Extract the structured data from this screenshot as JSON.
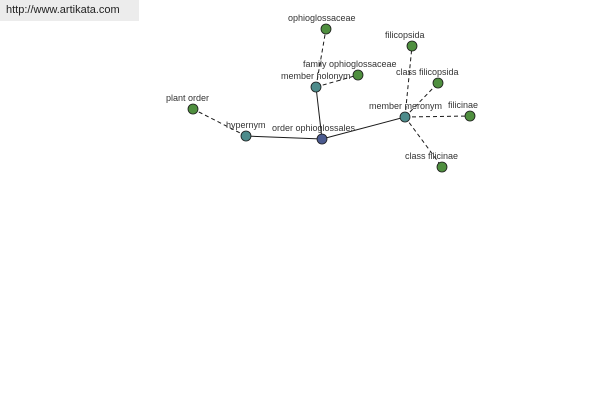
{
  "source_link": "http://www.artikata.com",
  "colors": {
    "center_node": "#4b5a8f",
    "relation_node": "#4d8b8b",
    "leaf_node": "#4f8f3f"
  },
  "nodes": [
    {
      "id": "center",
      "kind": "center",
      "label": "order ophioglossales"
    },
    {
      "id": "hypernym",
      "kind": "relation",
      "label": "hypernym"
    },
    {
      "id": "member_holonym",
      "kind": "relation",
      "label": "member holonym"
    },
    {
      "id": "member_meronym",
      "kind": "relation",
      "label": "member meronym"
    },
    {
      "id": "plant_order",
      "kind": "leaf",
      "label": "plant order"
    },
    {
      "id": "ophioglossaceae",
      "kind": "leaf",
      "label": "ophioglossaceae"
    },
    {
      "id": "family_ophioglossaceae",
      "kind": "leaf",
      "label": "family ophioglossaceae"
    },
    {
      "id": "filicopsida",
      "kind": "leaf",
      "label": "filicopsida"
    },
    {
      "id": "class_filicopsida",
      "kind": "leaf",
      "label": "class filicopsida"
    },
    {
      "id": "filicinae",
      "kind": "leaf",
      "label": "filicinae"
    },
    {
      "id": "class_filicinae",
      "kind": "leaf",
      "label": "class filicinae"
    }
  ],
  "edges": [
    {
      "from": "center",
      "to": "hypernym",
      "style": "solid"
    },
    {
      "from": "center",
      "to": "member_holonym",
      "style": "solid"
    },
    {
      "from": "center",
      "to": "member_meronym",
      "style": "solid"
    },
    {
      "from": "hypernym",
      "to": "plant_order",
      "style": "dashed"
    },
    {
      "from": "member_holonym",
      "to": "ophioglossaceae",
      "style": "dashed"
    },
    {
      "from": "member_holonym",
      "to": "family_ophioglossaceae",
      "style": "dashed"
    },
    {
      "from": "member_meronym",
      "to": "filicopsida",
      "style": "dashed"
    },
    {
      "from": "member_meronym",
      "to": "class_filicopsida",
      "style": "dashed"
    },
    {
      "from": "member_meronym",
      "to": "filicinae",
      "style": "dashed"
    },
    {
      "from": "member_meronym",
      "to": "class_filicinae",
      "style": "dashed"
    }
  ]
}
